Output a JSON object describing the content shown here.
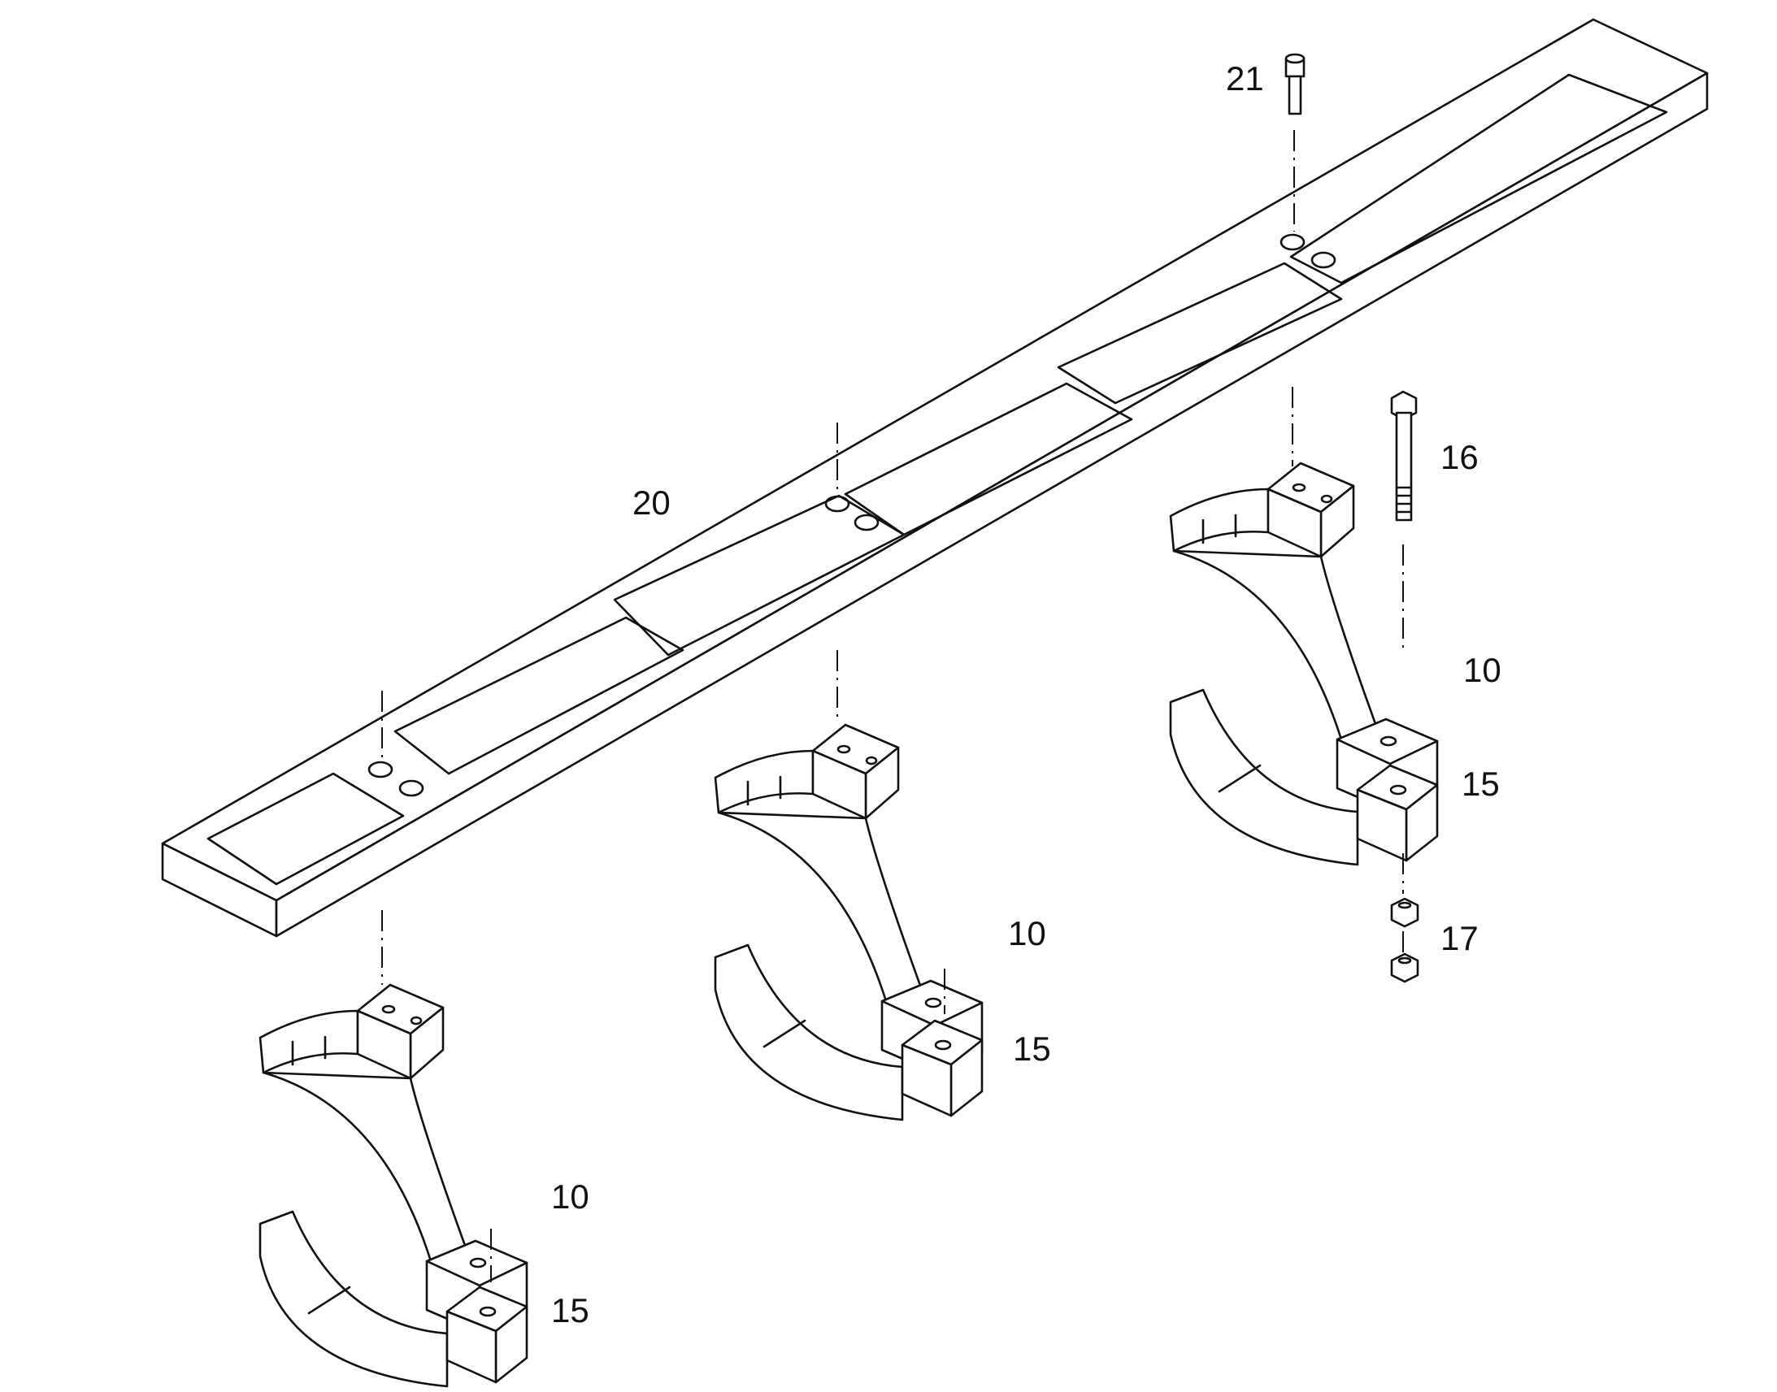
{
  "callouts": {
    "c21": "21",
    "c20": "20",
    "c16": "16",
    "c10_right": "10",
    "c15_right": "15",
    "c17": "17",
    "c10_middle": "10",
    "c15_middle": "15",
    "c10_left": "10",
    "c15_left": "15"
  }
}
